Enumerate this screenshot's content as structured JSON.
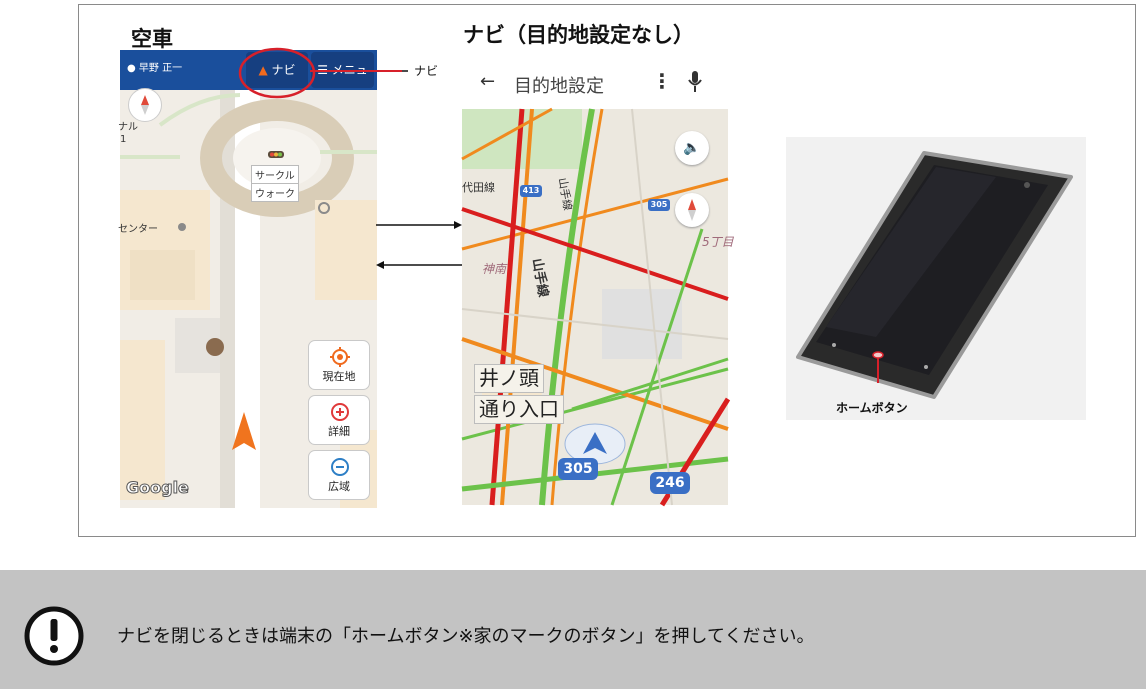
{
  "headings": {
    "vacant": "空車",
    "navi": "ナビ（目的地設定なし）"
  },
  "left_screen": {
    "user_name": "早野 正一",
    "navi_button": "ナビ",
    "menu_button": "メニュ",
    "callout_label": "ナビ",
    "map_labels": {
      "circle_top": "サークル",
      "circle_bottom": "ウォーク",
      "center": "センター",
      "edge_1": "ナル",
      "edge_2": "1"
    },
    "buttons": {
      "current_location": "現在地",
      "details": "詳細",
      "wide_area": "広域"
    },
    "google_logo": "Google"
  },
  "right_screen": {
    "search_title": "目的地設定",
    "map_labels": {
      "line_top": "代田線",
      "yamanote_1": "山手線",
      "yamanote_2": "山手線",
      "jinnan": "神南",
      "chome": "5丁目",
      "ino_atama": "井ノ頭",
      "entrance": "通り入口"
    },
    "route_shields": {
      "r413": "413",
      "r305_small": "305",
      "r305": "305",
      "r246": "246"
    }
  },
  "handset": {
    "home_button_label": "ホームボタン"
  },
  "notice": {
    "icon": "exclamation-circle-icon",
    "text": "ナビを閉じるときは端末の「ホームボタン※家のマークのボタン」を押してください。"
  },
  "colors": {
    "header_blue": "#1a4f9c",
    "navi_arrow_orange": "#f06a1e",
    "traffic_red": "#d91e1e",
    "traffic_orange": "#f08a1e",
    "traffic_green": "#6cc24a",
    "route_blue": "#3a6fc5",
    "callout_gray": "#c3c3c3"
  }
}
